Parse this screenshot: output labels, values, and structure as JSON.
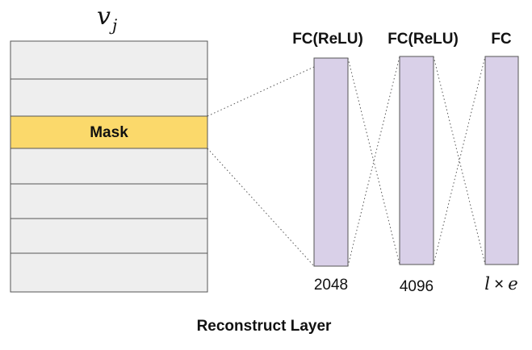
{
  "input": {
    "label_base": "v",
    "label_sub": "j",
    "mask_label": "Mask",
    "row_fill": "#eeeeee",
    "mask_fill": "#fbd96b",
    "border": "#555555"
  },
  "layers": [
    {
      "title": "FC(ReLU)",
      "size": "2048"
    },
    {
      "title": "FC(ReLU)",
      "size": "4096"
    },
    {
      "title": "FC",
      "size_left": "l",
      "size_op": "×",
      "size_right": "e"
    }
  ],
  "layer_fill": "#d9d0e8",
  "layer_border": "#555555",
  "caption": "Reconstruct Layer"
}
